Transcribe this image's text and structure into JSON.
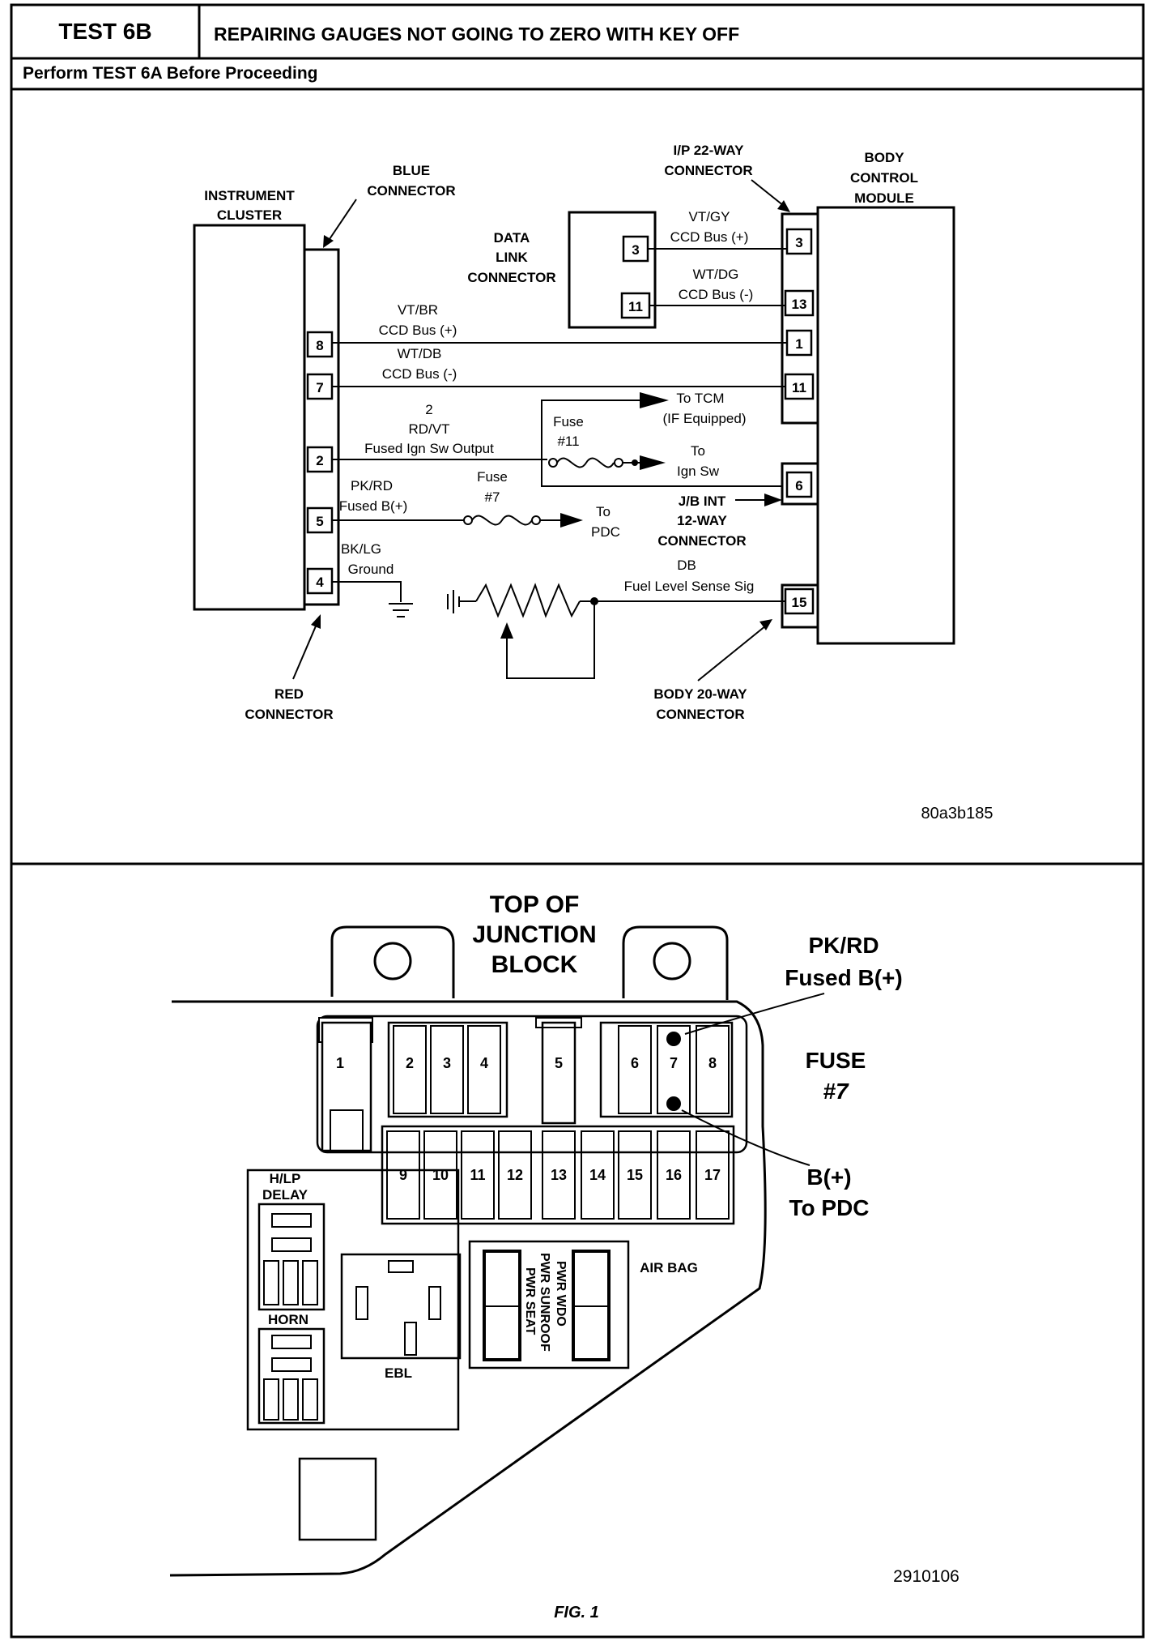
{
  "header": {
    "test_id": "TEST 6B",
    "title": "REPAIRING GAUGES NOT GOING TO ZERO WITH KEY OFF",
    "prerequisite": "Perform TEST 6A Before Proceeding"
  },
  "schematic": {
    "instrument_cluster": [
      "INSTRUMENT",
      "CLUSTER"
    ],
    "blue_connector": [
      "BLUE",
      "CONNECTOR"
    ],
    "red_connector": [
      "RED",
      "CONNECTOR"
    ],
    "data_link_connector": [
      "DATA",
      "LINK",
      "CONNECTOR"
    ],
    "ip_connector": [
      "I/P 22-WAY",
      "CONNECTOR"
    ],
    "body_control_module": [
      "BODY",
      "CONTROL",
      "MODULE"
    ],
    "jb_connector": [
      "J/B INT",
      "12-WAY",
      "CONNECTOR"
    ],
    "body_connector": [
      "BODY 20-WAY",
      "CONNECTOR"
    ],
    "pins": {
      "cluster_8": "8",
      "cluster_7": "7",
      "cluster_2": "2",
      "cluster_5": "5",
      "cluster_4": "4",
      "dlc_3": "3",
      "dlc_11": "11",
      "bcm_3": "3",
      "bcm_13": "13",
      "bcm_1": "1",
      "bcm_11": "11",
      "bcm_6": "6",
      "bcm_15": "15"
    },
    "wires": {
      "vt_gy": [
        "VT/GY",
        "CCD Bus (+)"
      ],
      "wt_dg": [
        "WT/DG",
        "CCD Bus (-)"
      ],
      "vt_br": [
        "VT/BR",
        "CCD Bus (+)"
      ],
      "wt_db": [
        "WT/DB",
        "CCD Bus (-)"
      ],
      "rd_vt": [
        "2",
        "RD/VT",
        "Fused Ign Sw Output"
      ],
      "pk_rd": [
        "PK/RD",
        "Fused B(+)"
      ],
      "bk_lg": [
        "BK/LG",
        "Ground"
      ],
      "db": [
        "DB",
        "Fuel Level Sense Sig"
      ]
    },
    "fuse_11": [
      "Fuse",
      "#11"
    ],
    "fuse_7": [
      "Fuse",
      "#7"
    ],
    "to_tcm": [
      "To TCM",
      "(IF Equipped)"
    ],
    "to_ign_sw": [
      "To",
      "Ign Sw"
    ],
    "to_pdc": [
      "To",
      "PDC"
    ],
    "figure_id": "80a3b185"
  },
  "junction_block": {
    "title": [
      "TOP OF",
      "JUNCTION",
      "BLOCK"
    ],
    "pk_rd_label": [
      "PK/RD",
      "Fused B(+)"
    ],
    "fuse_label": [
      "FUSE",
      "#7"
    ],
    "bplus_label": [
      "B(+)",
      "To PDC"
    ],
    "fuses_top": [
      "1",
      "2",
      "3",
      "4",
      "5",
      "6",
      "7",
      "8"
    ],
    "fuses_bottom": [
      "9",
      "10",
      "11",
      "12",
      "13",
      "14",
      "15",
      "16",
      "17"
    ],
    "hlp_delay": [
      "H/LP",
      "DELAY"
    ],
    "horn": "HORN",
    "ebl": "EBL",
    "pwr_seat": "PWR SEAT",
    "pwr_sunroof": "PWR SUNROOF",
    "pwr_wdo": "PWR WDO",
    "air_bag": "AIR BAG",
    "figure_id": "2910106"
  },
  "caption": "FIG. 1"
}
